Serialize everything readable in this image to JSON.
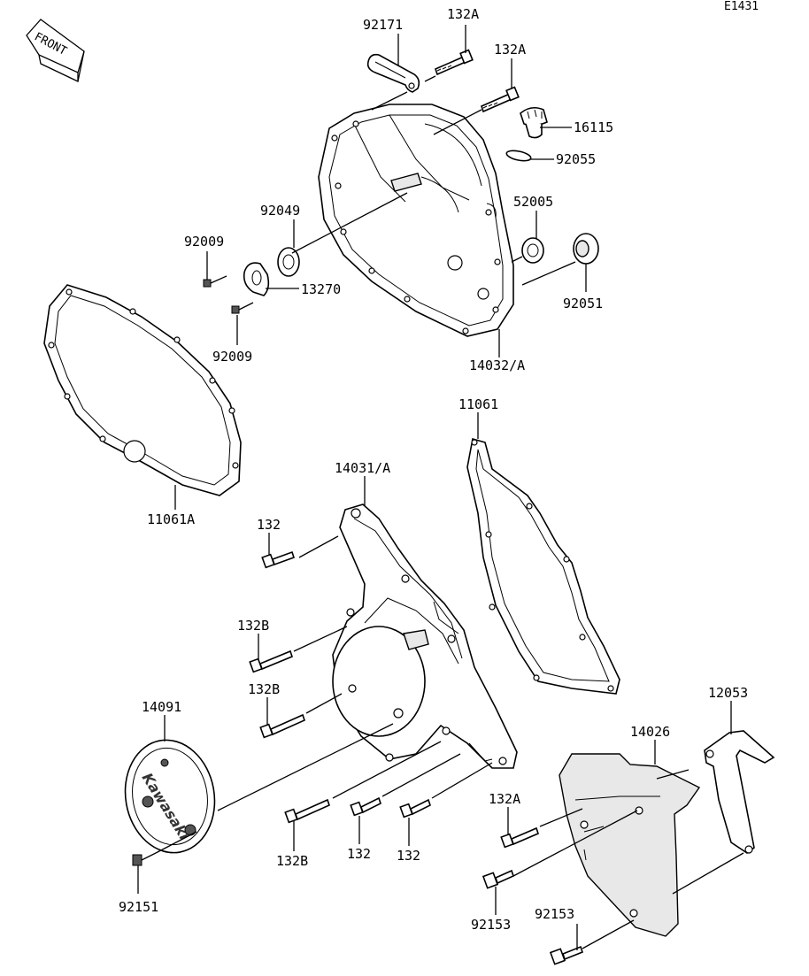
{
  "diagram_code": "E1431",
  "front_badge": "FRONT",
  "emblem_text": "Kawasaki",
  "labels": {
    "l92171": "92171",
    "l132A_top1": "132A",
    "l132A_top2": "132A",
    "l16115": "16115",
    "l92055": "92055",
    "l52005": "52005",
    "l92049": "92049",
    "l92009_a": "92009",
    "l13270": "13270",
    "l92009_b": "92009",
    "l92051": "92051",
    "l14032A": "14032/A",
    "l11061": "11061",
    "l14031A": "14031/A",
    "l11061A": "11061A",
    "l132_a": "132",
    "l132B_a": "132B",
    "l132B_b": "132B",
    "l12053": "12053",
    "l14091": "14091",
    "l14026": "14026",
    "l132A_bot": "132A",
    "l132B_c": "132B",
    "l132_b": "132",
    "l132_c": "132",
    "l92151": "92151",
    "l92153_a": "92153",
    "l92153_b": "92153"
  }
}
